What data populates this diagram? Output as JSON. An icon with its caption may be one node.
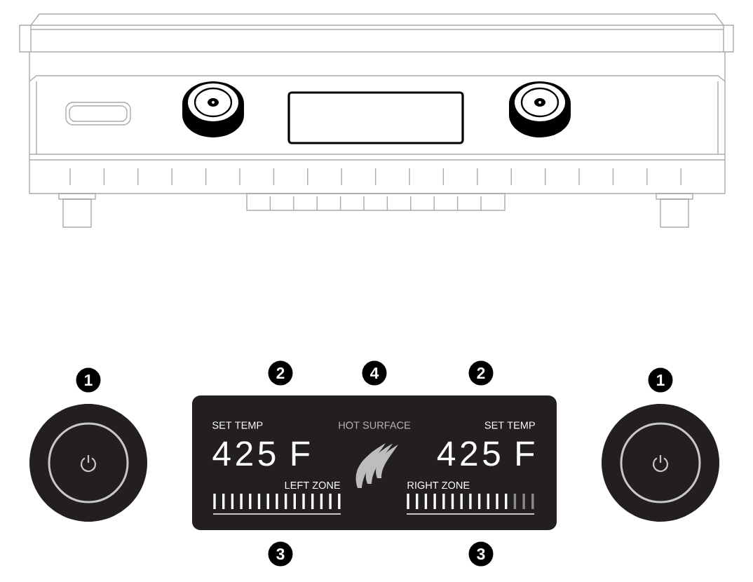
{
  "diagram": {
    "nodes": [
      {
        "text": [
          "SET TEMP",
          "HOT SURFACE",
          "SET TEMP",
          "425 F",
          "425 F",
          "LEFT ZONE",
          "RIGHT ZONE"
        ]
      }
    ],
    "labels": [
      "1",
      "2",
      "4",
      "2",
      "1",
      "3",
      "3"
    ]
  }
}
